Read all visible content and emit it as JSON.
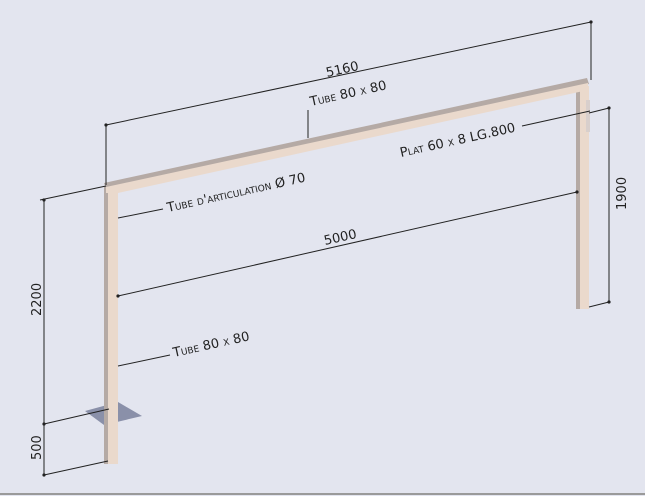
{
  "labels": {
    "top_tube": "Tube 80 x 80",
    "plate": "Plat 60 x 8  LG.800",
    "hinge_tube": "Tube d'articulation Ø 70",
    "post_tube": "Tube 80 x 80"
  },
  "dimensions": {
    "overall_width": "5160",
    "inner_width": "5000",
    "right_height": "1900",
    "left_height": "2200",
    "buried_depth": "500"
  },
  "colors": {
    "background": "#e3e5ef",
    "tube_light": "#ead9cc",
    "tube_shade": "#b5aaa5",
    "base_plate": "#8a90a9"
  }
}
